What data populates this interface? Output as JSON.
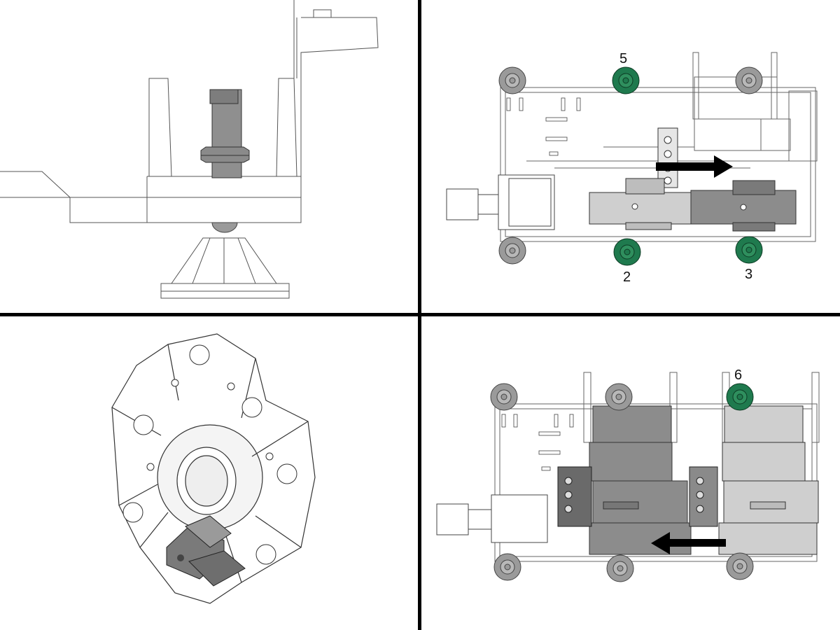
{
  "figure": {
    "panels": [
      {
        "id": "top-left",
        "content": "leveling-screw-detail"
      },
      {
        "id": "top-right",
        "content": "machine-top-view-step-1",
        "arrow_direction": "right"
      },
      {
        "id": "bottom-left",
        "content": "turret-disc-with-tool-holder"
      },
      {
        "id": "bottom-right",
        "content": "machine-top-view-step-2",
        "arrow_direction": "left"
      }
    ],
    "colors": {
      "highlight_foot": "#1f7a4e",
      "standard_foot": "#9a9a9a",
      "arrow": "#000000",
      "dark_part": "#8c8c8c",
      "light_part": "#cfcfcf"
    }
  },
  "labels": {
    "tr_foot_top": "5",
    "tr_foot_bottom_left": "2",
    "tr_foot_bottom_right": "3",
    "br_foot_top": "6"
  }
}
